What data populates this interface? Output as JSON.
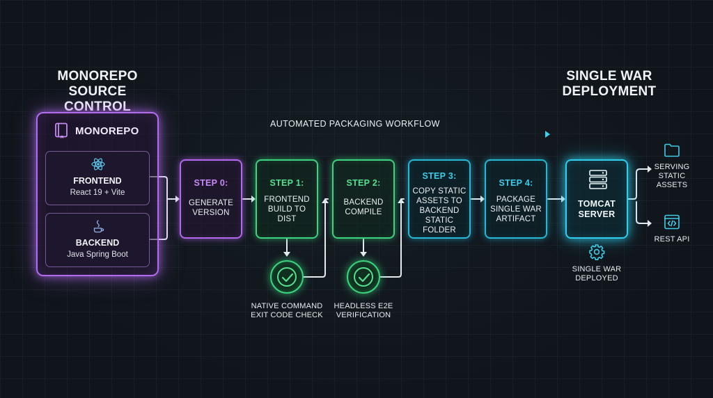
{
  "headings": {
    "left": [
      "MONOREPO",
      "SOURCE CONTROL"
    ],
    "right": [
      "SINGLE WAR",
      "DEPLOYMENT"
    ]
  },
  "workflow_label": "AUTOMATED PACKAGING WORKFLOW",
  "monorepo": {
    "title": "MONOREPO",
    "frontend": {
      "name": "FRONTEND",
      "detail": "React 19 + Vite",
      "icon": "react-icon"
    },
    "backend": {
      "name": "BACKEND",
      "detail": "Java Spring Boot",
      "icon": "java-icon"
    }
  },
  "steps": [
    {
      "label": "STEP 0:",
      "body": [
        "GENERATE",
        "VERSION"
      ]
    },
    {
      "label": "STEP 1:",
      "body": [
        "FRONTEND",
        "BUILD TO",
        "DIST"
      ]
    },
    {
      "label": "STEP 2:",
      "body": [
        "BACKEND",
        "COMPILE"
      ]
    },
    {
      "label": "STEP 3:",
      "body": [
        "COPY STATIC",
        "ASSETS TO",
        "BACKEND",
        "STATIC",
        "FOLDER"
      ]
    },
    {
      "label": "STEP 4:",
      "body": [
        "PACKAGE",
        "SINGLE WAR",
        "ARTIFACT"
      ]
    }
  ],
  "checks": [
    {
      "caption": [
        "NATIVE COMMAND",
        "EXIT CODE CHECK"
      ],
      "icon": "check-circle-icon"
    },
    {
      "caption": [
        "HEADLESS E2E",
        "VERIFICATION"
      ],
      "icon": "check-circle-icon"
    }
  ],
  "tomcat": {
    "title": [
      "TOMCAT",
      "SERVER"
    ],
    "icon": "server-icon"
  },
  "deployed": {
    "caption": [
      "SINGLE WAR",
      "DEPLOYED"
    ],
    "icon": "gear-icon"
  },
  "outputs": [
    {
      "caption": [
        "SERVING",
        "STATIC",
        "ASSETS"
      ],
      "icon": "folder-icon"
    },
    {
      "caption": [
        "REST API"
      ],
      "icon": "code-window-icon"
    }
  ],
  "colors": {
    "background": "#10151b",
    "purple": "#b468ee",
    "green": "#3cd47e",
    "cyan": "#26b9d6",
    "wire": "#e8edf2"
  }
}
